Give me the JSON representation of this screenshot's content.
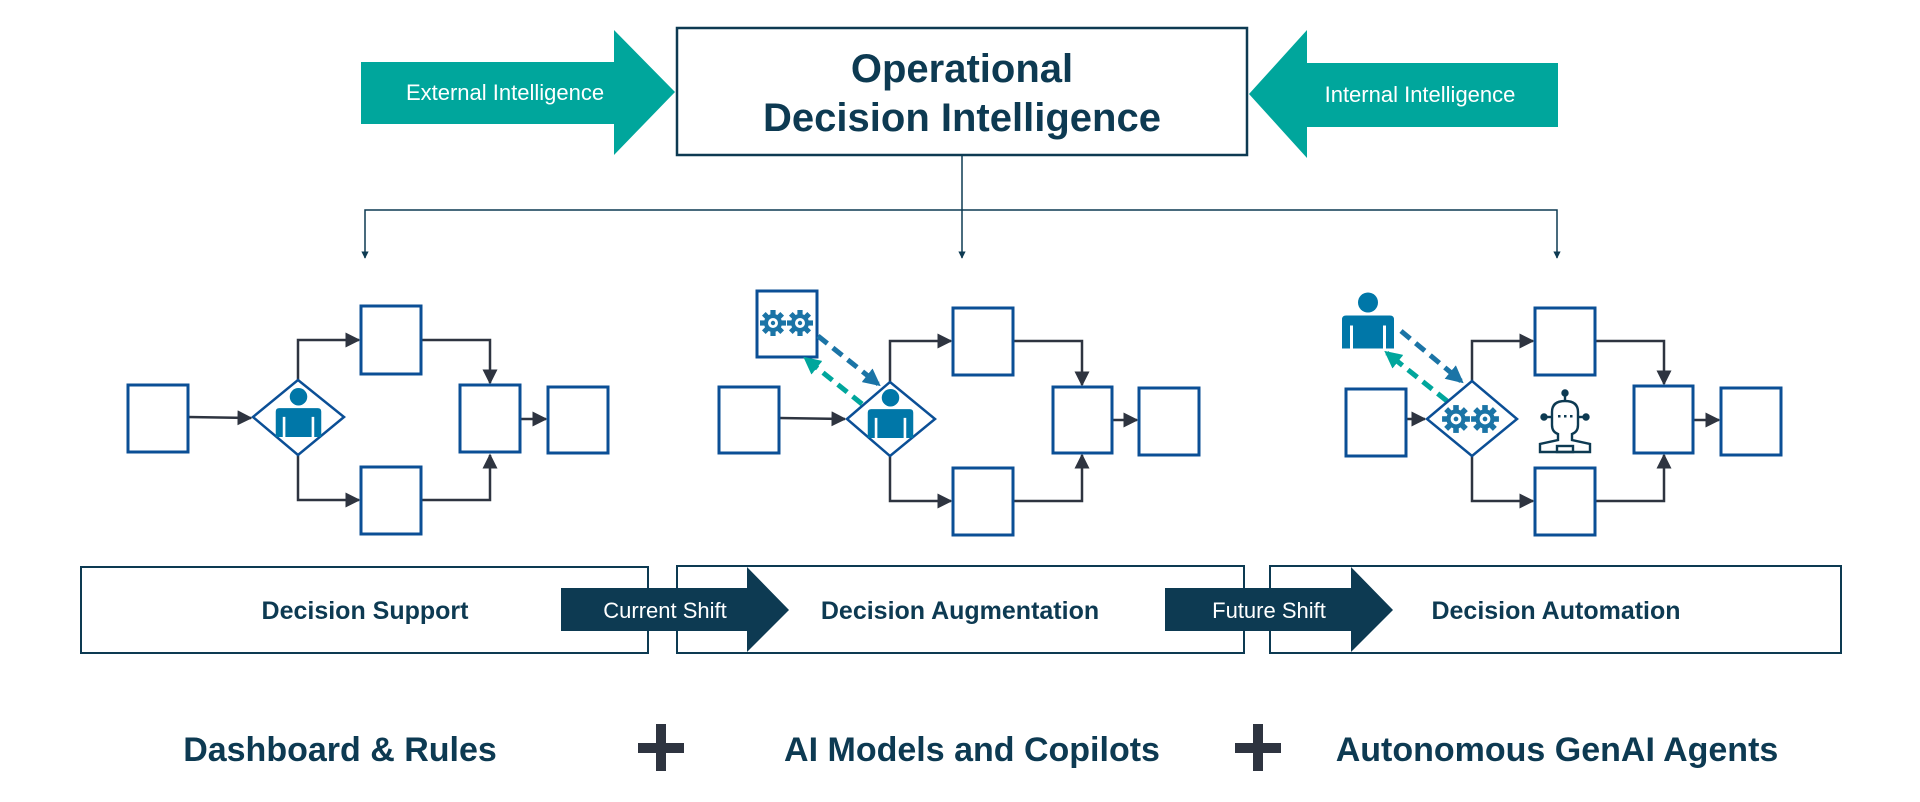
{
  "title": {
    "line1": "Operational",
    "line2": "Decision Intelligence"
  },
  "inputs": {
    "external": "External Intelligence",
    "internal": "Internal Intelligence"
  },
  "stages": [
    {
      "label": "Decision Support",
      "decision_actor": "person-icon"
    },
    {
      "label": "Decision Augmentation",
      "decision_actor": "person-icon",
      "assistant": "gears-icon"
    },
    {
      "label": "Decision Automation",
      "decision_actor": "gears-icon",
      "assistant": "person-icon",
      "agent": "robot-icon"
    }
  ],
  "shifts": [
    {
      "label": "Current Shift"
    },
    {
      "label": "Future Shift"
    }
  ],
  "capabilities": [
    {
      "label": "Dashboard & Rules"
    },
    {
      "label": "AI Models and Copilots"
    },
    {
      "label": "Autonomous GenAI Agents"
    }
  ],
  "colors": {
    "teal": "#00a69c",
    "navy": "#0d3a52",
    "process_blue": "#0b4f96",
    "icon_blue": "#0077a8",
    "connector": "#2e3440"
  }
}
